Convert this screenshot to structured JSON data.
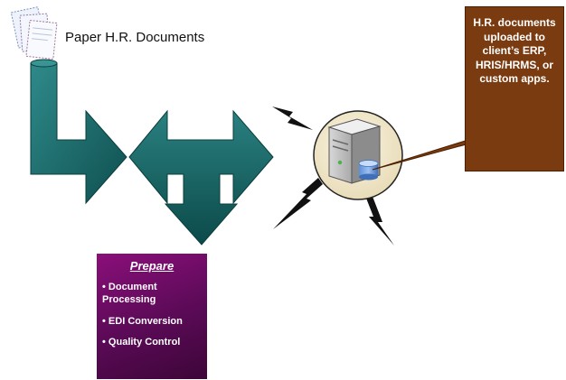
{
  "diagram": {
    "paper_label": "Paper H.R. Documents",
    "callout_text": "H.R. documents uploaded to client’s ERP, HRIS/HRMS, or custom apps.",
    "prepare": {
      "title": "Prepare",
      "items": [
        "Document Processing",
        "EDI Conversion",
        "Quality Control"
      ]
    }
  },
  "colors": {
    "arrow_teal": "#1f6b6b",
    "callout_brown": "#7a3b10",
    "prepare_purple": "#6a0d63",
    "server_circle": "#f2e8c8"
  },
  "icons": [
    "paper-documents-icon",
    "server-icon",
    "database-icon",
    "lightning-bolt-icon"
  ]
}
